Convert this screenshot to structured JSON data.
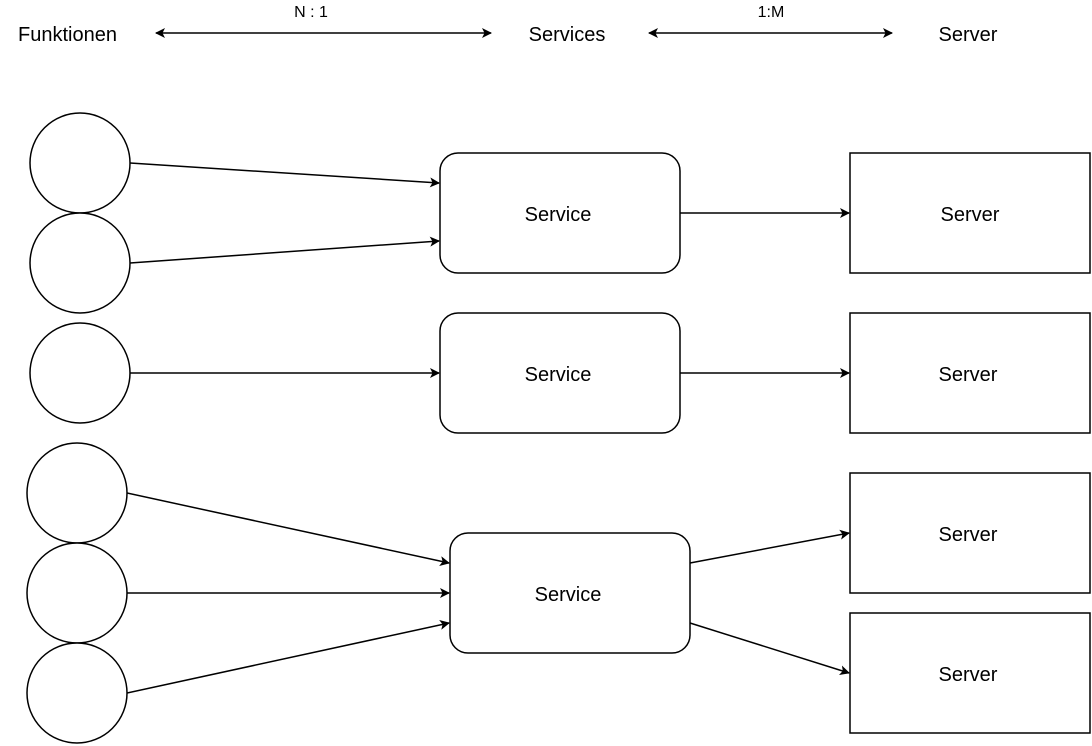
{
  "header": {
    "functions_label": "Funktionen",
    "services_label": "Services",
    "server_label": "Server",
    "ratio_n1": "N : 1",
    "ratio_1m": "1:M"
  },
  "groups": [
    {
      "function_count": 2,
      "service_label": "Service",
      "servers": [
        "Server"
      ]
    },
    {
      "function_count": 1,
      "service_label": "Service",
      "servers": [
        "Server"
      ]
    },
    {
      "function_count": 3,
      "service_label": "Service",
      "servers": [
        "Server",
        "Server"
      ]
    }
  ],
  "colors": {
    "stroke": "#000000",
    "fill": "#ffffff",
    "text": "#000000"
  }
}
